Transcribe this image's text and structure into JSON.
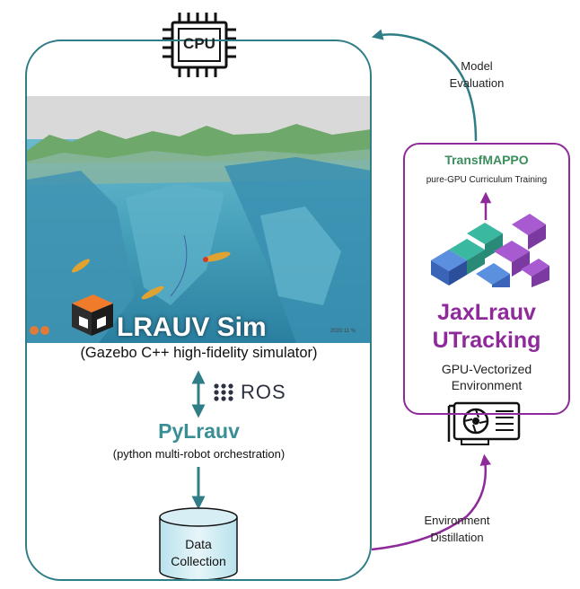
{
  "cpu": {
    "label": "CPU"
  },
  "simulator": {
    "name": "LRAUV Sim",
    "caption": "(Gazebo C++ high-fidelity simulator)",
    "status_readout": "2020 11 %"
  },
  "ros": {
    "label": "ROS"
  },
  "pylrauv": {
    "name": "PyLrauv",
    "caption": "(python multi-robot orchestration)"
  },
  "data_collection": {
    "line1": "Data",
    "line2": "Collection"
  },
  "model_evaluation": {
    "line1": "Model",
    "line2": "Evaluation"
  },
  "environment_distillation": {
    "line1": "Environment",
    "line2": "Distillation"
  },
  "transfmappo": {
    "name": "TransfMAPPO",
    "caption": "pure-GPU Curriculum Training"
  },
  "jaxlrauv": {
    "line1": "JaxLrauv",
    "line2": "UTracking",
    "caption_line1": "GPU-Vectorized",
    "caption_line2": "Environment"
  },
  "colors": {
    "teal": "#2f7d86",
    "purple": "#8e2a9a",
    "green": "#3a8e5c"
  }
}
